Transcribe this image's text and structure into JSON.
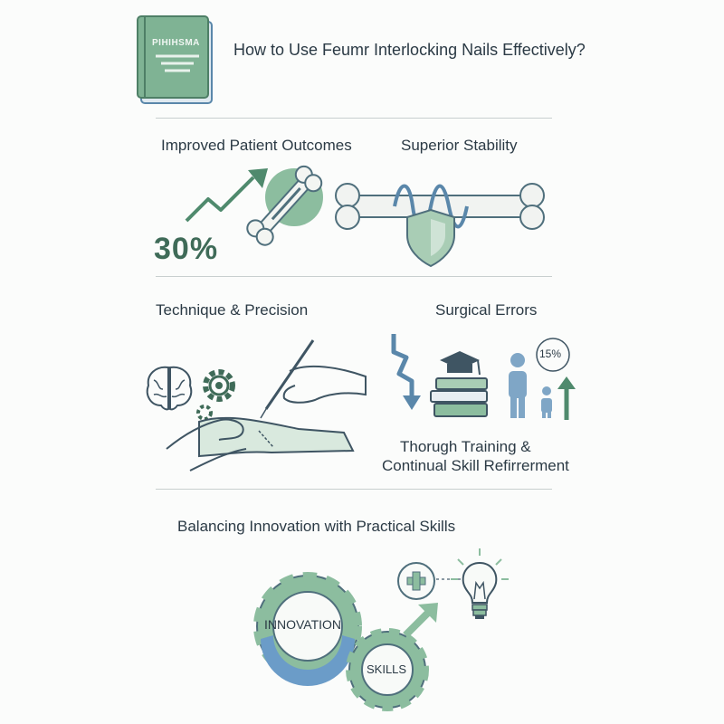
{
  "header": {
    "book_title": "PIHIHSMA",
    "title": "How to Use Feumr Interlocking Nails Effectively?"
  },
  "sections": {
    "outcomes": {
      "heading": "Improved Patient Outcomes",
      "stat": "30%"
    },
    "stability": {
      "heading": "Superior Stability"
    },
    "technique": {
      "heading": "Technique & Precision"
    },
    "errors": {
      "heading": "Surgical Errors",
      "stat": "15%",
      "caption_line1": "Thorugh Training &",
      "caption_line2": "Continual Skill Refirrerment"
    },
    "balance": {
      "heading": "Balancing Innovation with Practical Skills",
      "gear1_label": "INNOVATION",
      "gear2_label": "SKILLS"
    }
  },
  "colors": {
    "green": "#6fa88a",
    "light_green": "#a9cdb5",
    "blue": "#6b9cc8",
    "dark": "#2b3a45"
  }
}
